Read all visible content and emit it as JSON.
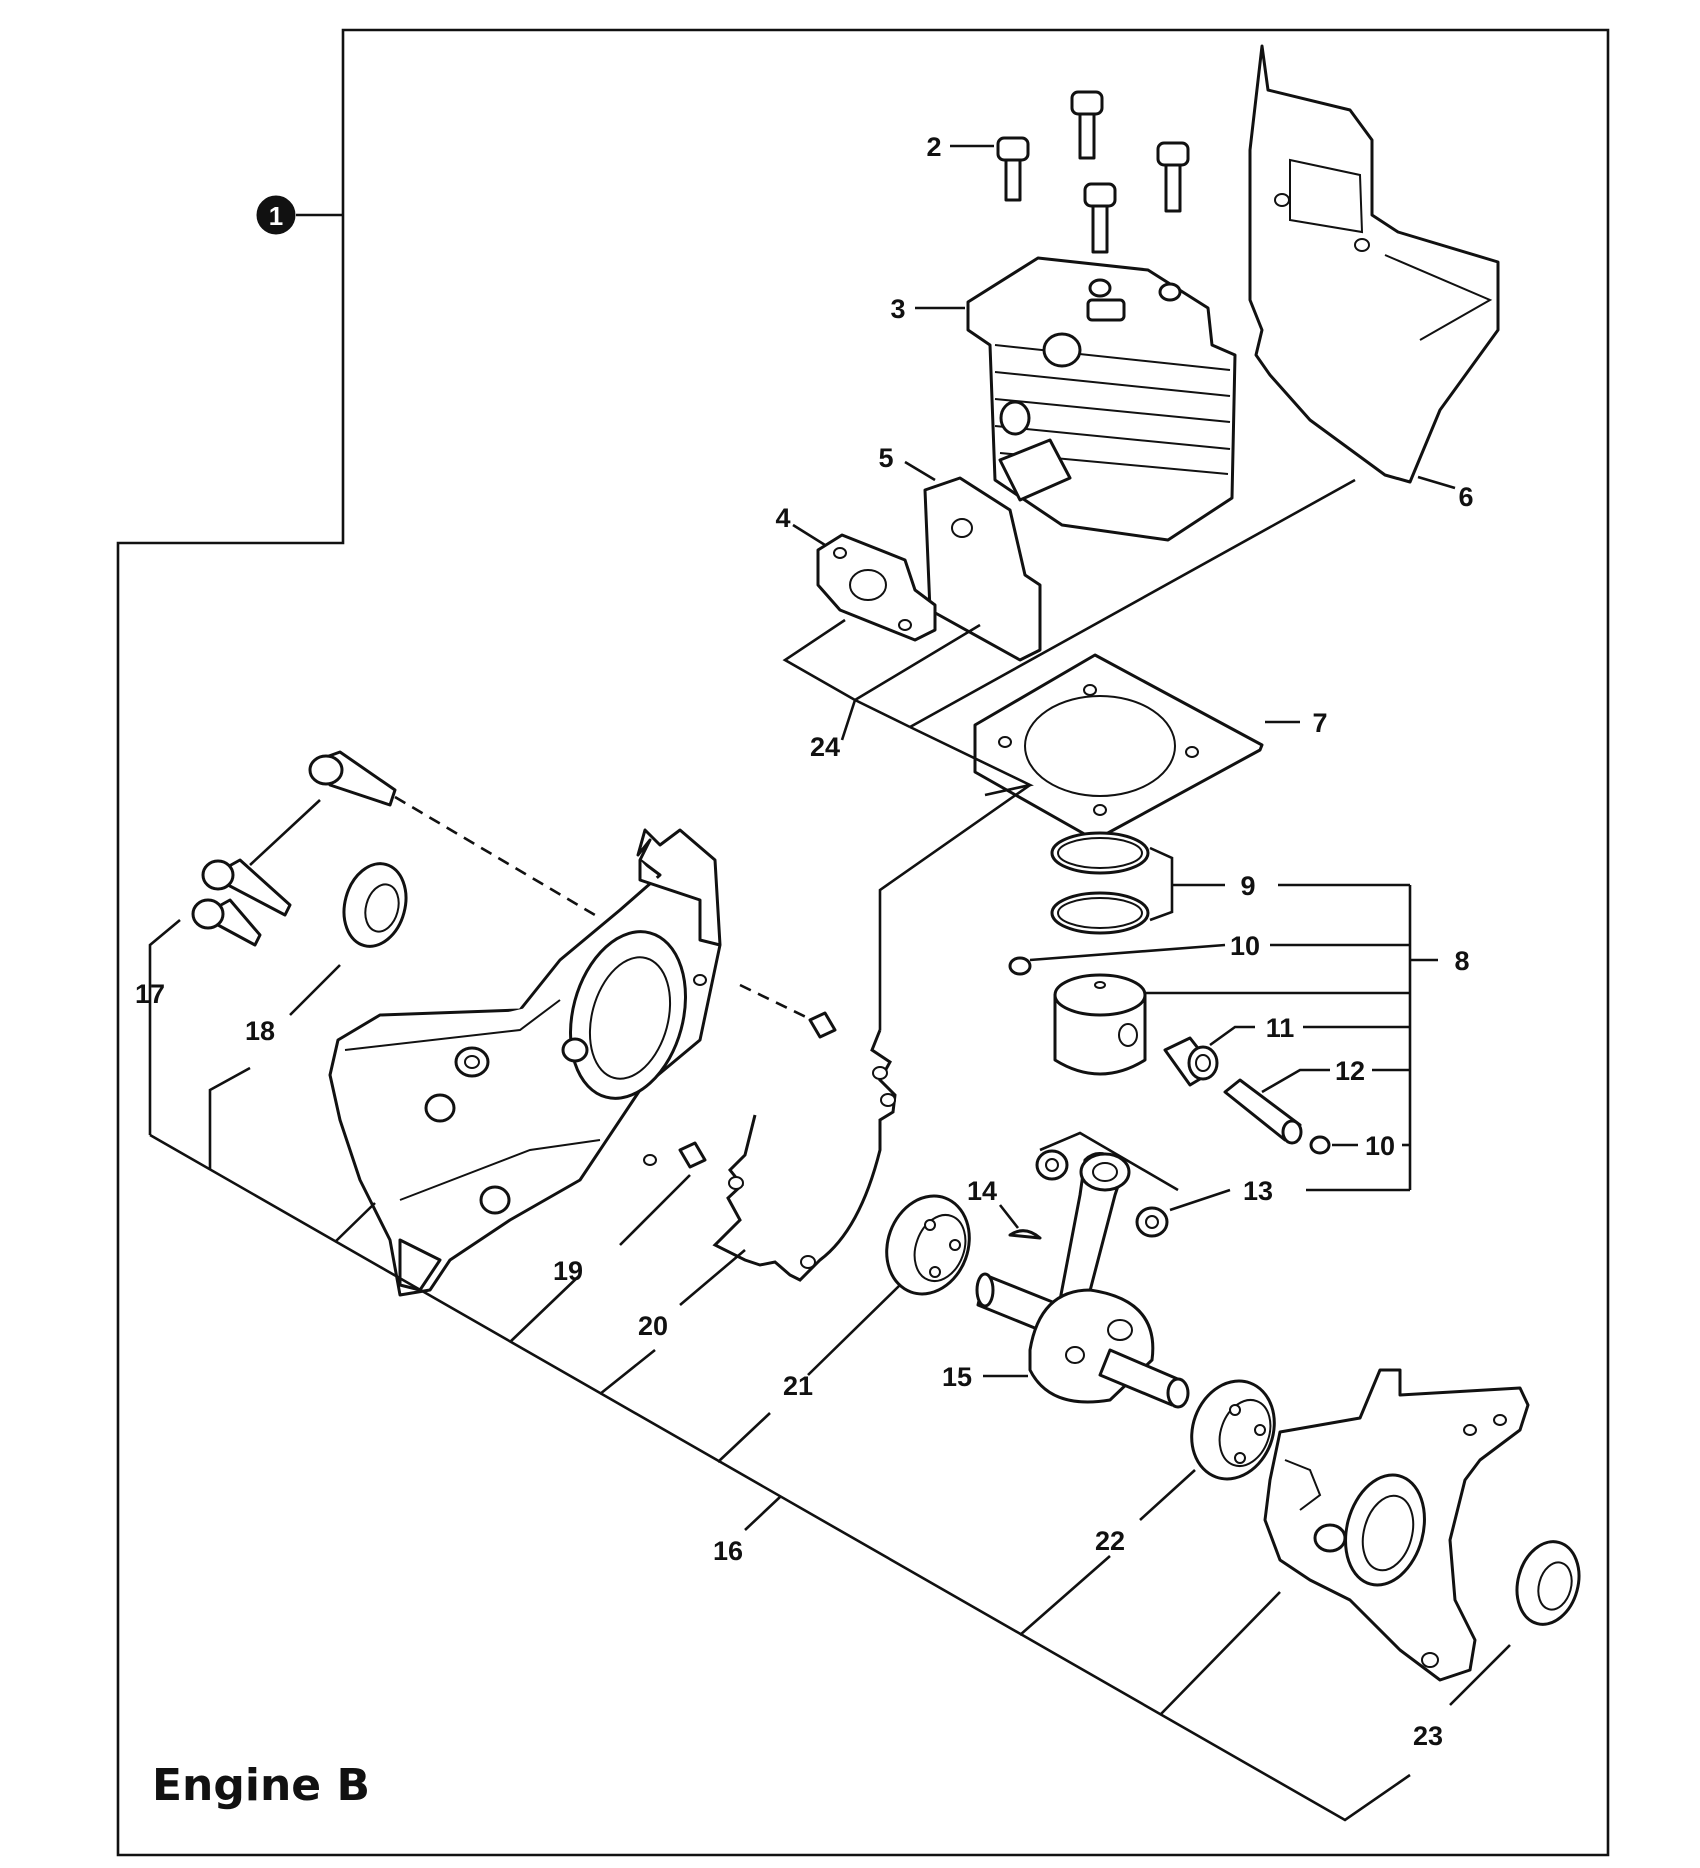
{
  "title": "Engine B",
  "assembly_marker": "1",
  "callouts": {
    "c2": "2",
    "c3": "3",
    "c4": "4",
    "c5": "5",
    "c6": "6",
    "c7": "7",
    "c8": "8",
    "c9": "9",
    "c10a": "10",
    "c10b": "10",
    "c11": "11",
    "c12": "12",
    "c13": "13",
    "c14": "14",
    "c15": "15",
    "c16": "16",
    "c17": "17",
    "c18": "18",
    "c19": "19",
    "c20": "20",
    "c21": "21",
    "c22": "22",
    "c23": "23",
    "c24": "24"
  }
}
